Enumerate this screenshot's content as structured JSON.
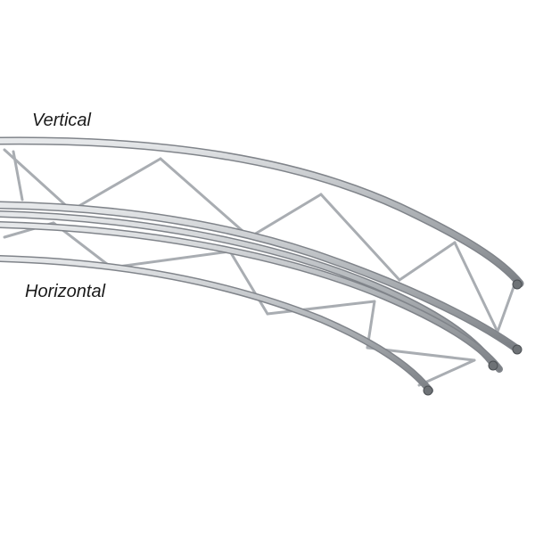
{
  "labels": {
    "vertical": "Vertical",
    "horizontal": "Horizontal"
  },
  "colors": {
    "tube_dark": "#7b7f84",
    "tube_mid": "#b3b7bb",
    "tube_light": "#e6e8ea",
    "text": "#1a1a1a",
    "background": "#ffffff"
  },
  "objects": {
    "upper": "vertical-circular-truss",
    "lower": "horizontal-circular-truss"
  }
}
